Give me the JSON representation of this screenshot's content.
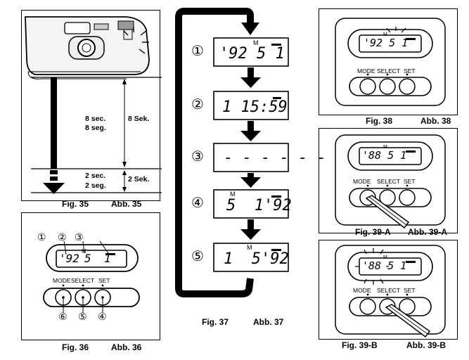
{
  "fig35": {
    "caption": "Fig. 35",
    "abb": "Abb. 35",
    "t1a": "8 sec.",
    "t1b": "8 seg.",
    "t1c": "8 Sek.",
    "t2a": "2 sec.",
    "t2b": "2 seg.",
    "t2c": "2 Sek."
  },
  "fig36": {
    "caption": "Fig. 36",
    "abb": "Abb. 36",
    "lcd_a": "'92",
    "lcd_m": "M",
    "lcd_b": "5",
    "lcd_c": "1",
    "n1": "①",
    "n2": "②",
    "n3": "③",
    "n4": "④",
    "n5": "⑤",
    "n6": "⑥",
    "mode": "MODE",
    "select": "SELECT",
    "set": "SET"
  },
  "fig37": {
    "caption": "Fig. 37",
    "abb": "Abb. 37",
    "steps": [
      {
        "num": "①",
        "text": "'92 5 1",
        "m": "M"
      },
      {
        "num": "②",
        "text": "1 15:59",
        "m": ""
      },
      {
        "num": "③",
        "text": "- - - - - -",
        "m": ""
      },
      {
        "num": "④",
        "text": "5  1'92",
        "m": "M"
      },
      {
        "num": "⑤",
        "text": "1  5'92",
        "m": "M"
      }
    ]
  },
  "fig38": {
    "caption": "Fig. 38",
    "abb": "Abb. 38",
    "lcd": "'92 5 1",
    "m": "M",
    "mode": "MODE",
    "select": "SELECT",
    "set": "SET"
  },
  "fig39a": {
    "caption": "Fig. 39-A",
    "abb": "Abb. 39-A",
    "lcd": "'88 5 1",
    "m": "M",
    "mode": "MODE",
    "select": "SELECT",
    "set": "SET"
  },
  "fig39b": {
    "caption": "Fig. 39-B",
    "abb": "Abb. 39-B",
    "lcd": "'88 5 1",
    "m": "M",
    "mode": "MODE",
    "select": "SELECT",
    "set": "SET"
  }
}
